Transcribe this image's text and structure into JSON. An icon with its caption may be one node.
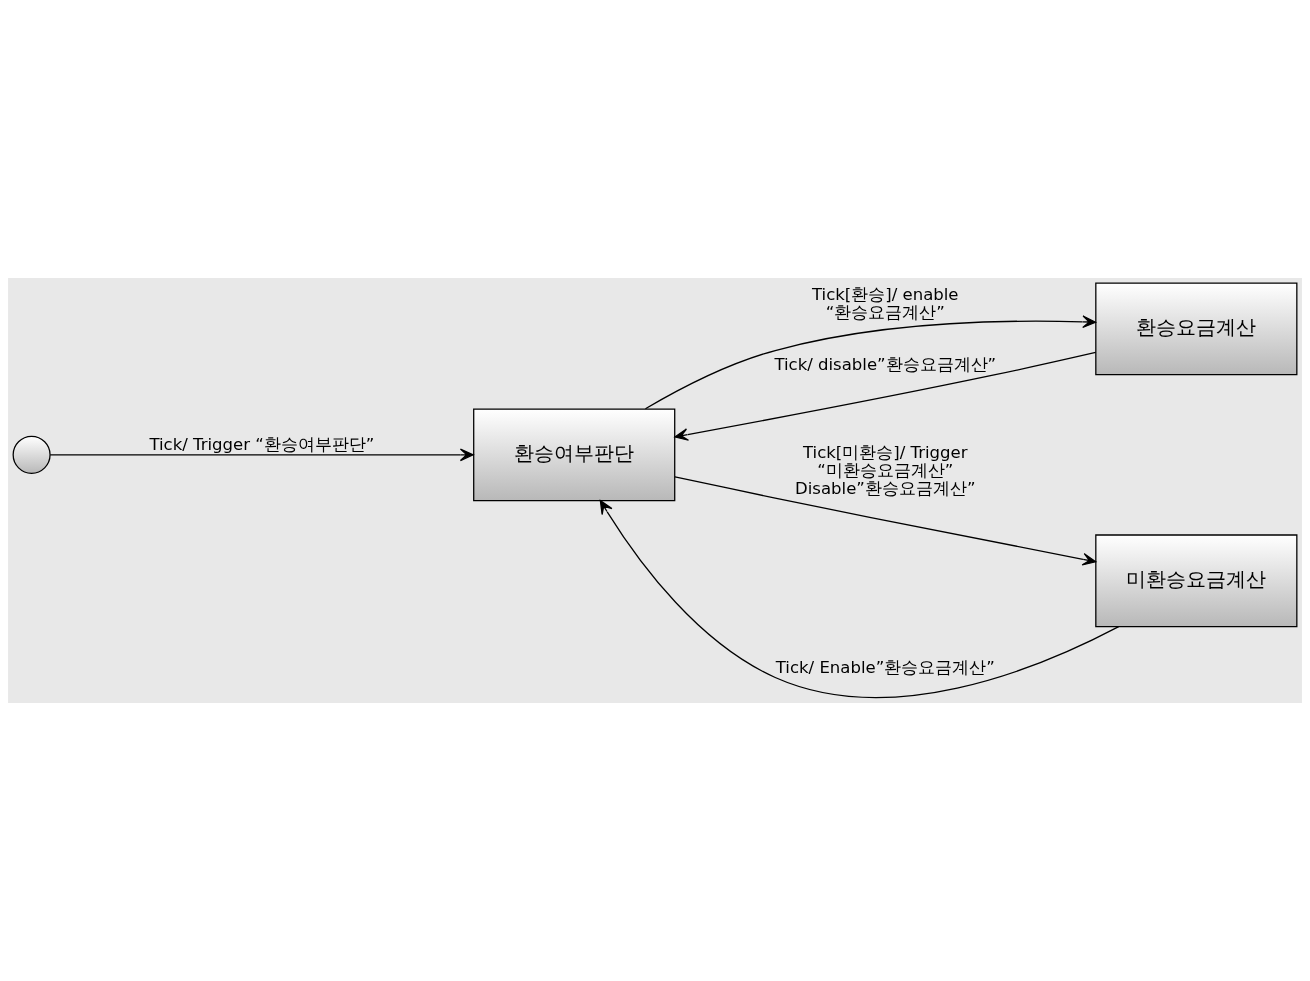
{
  "diagram": {
    "nodes": [
      {
        "text": [],
        "shape": "circle"
      },
      {
        "text": [
          "환승여부판단"
        ]
      },
      {
        "text": [
          "환승요금계산"
        ]
      },
      {
        "text": [
          "미환승요금계산"
        ]
      }
    ],
    "edges": [
      {
        "from": 0,
        "to": 1,
        "arrow": "to",
        "label": "Tick/ Trigger “환승여부판단”"
      },
      {
        "from": 1,
        "to": 2,
        "arrow": "to",
        "label": "Tick[환승]/ enable “환승요금계산”"
      },
      {
        "from": 2,
        "to": 1,
        "arrow": "to",
        "label": "Tick/ disable”환승요금계산”"
      },
      {
        "from": 3,
        "to": 1,
        "arrow": "to",
        "label": "Tick/ Enable”환승요금계산”"
      },
      {
        "from": 1,
        "to": 3,
        "arrow": "to",
        "label": "Tick[미환승]/ Trigger “미환승요금계산” Disable”환승요금계산”"
      }
    ]
  }
}
